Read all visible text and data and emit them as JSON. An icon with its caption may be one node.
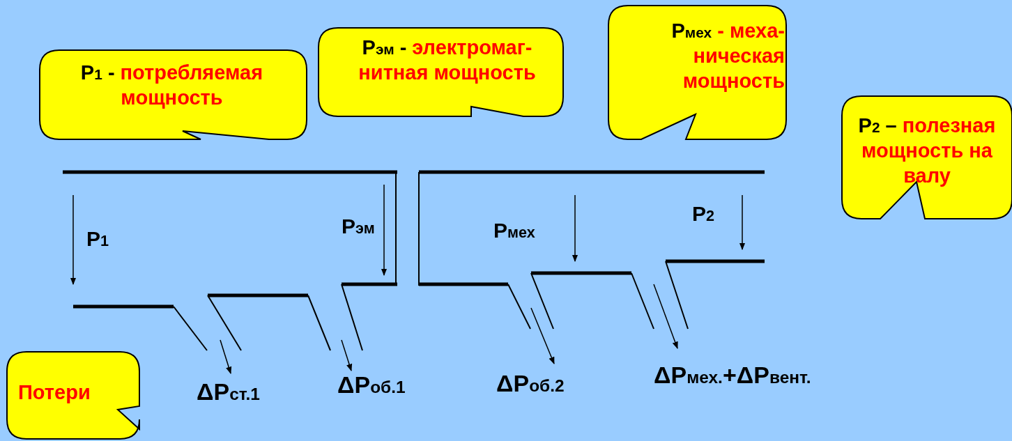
{
  "diagram": {
    "nodes": [
      {
        "text": [
          "P$_{1}$ -",
          "потребляемая мощность"
        ]
      },
      {
        "text": [
          "P$_{эм}$ -",
          "электромаг- нитная мощность"
        ]
      },
      {
        "text": [
          "P$_{мех}$",
          "- меха- ническая мощность"
        ]
      },
      {
        "text": [
          "P$_{2}$ –",
          "полезная мощность на валу"
        ]
      },
      {
        "text": [
          "Потери"
        ]
      },
      {
        "text": [
          "ΔP$_{ст.1}$"
        ]
      },
      {
        "text": [
          "ΔP$_{об.1}$"
        ]
      },
      {
        "text": [
          "ΔP$_{об.2}$"
        ]
      },
      {
        "text": [
          "ΔP$_{мех.}$+ΔP$_{вент.}$"
        ]
      }
    ],
    "edges": [
      {
        "from": null,
        "to": 5,
        "arrow": "to"
      },
      {
        "from": null,
        "to": 6,
        "arrow": "to"
      },
      {
        "from": null,
        "to": 7,
        "arrow": "to"
      },
      {
        "from": null,
        "to": 8,
        "arrow": "to"
      }
    ],
    "labels": [
      "P$_{1}$",
      "P$_{эм}$",
      "P$_{мех}$",
      "P$_{2}$"
    ]
  }
}
